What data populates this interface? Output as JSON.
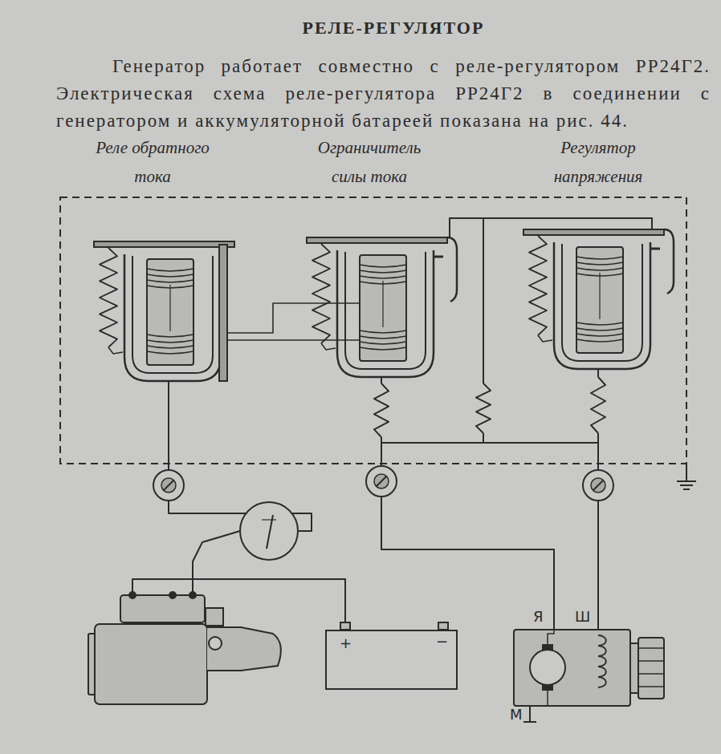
{
  "diagram": {
    "title": "РЕЛЕ-РЕГУЛЯТОР",
    "nodes": [
      {
        "text": [
          "Реле обратного тока"
        ]
      },
      {
        "text": [
          "Ограничитель силы тока"
        ]
      },
      {
        "text": [
          "Регулятор напряжения"
        ]
      },
      {
        "text": [
          "+",
          "−"
        ]
      },
      {
        "text": [
          "Я",
          "Ш",
          "М"
        ]
      }
    ],
    "edges": [
      {
        "from": 1,
        "to": 4,
        "arrow": "none"
      },
      {
        "from": 2,
        "to": 4,
        "arrow": "none"
      }
    ],
    "labels": [
      "Генератор работает совместно с реле-регулятором РР24Г2. Электрическая схема реле-регулятора РР24Г2 в соединении с генератором и аккумуляторной батареей показана на рис. 44."
    ]
  }
}
